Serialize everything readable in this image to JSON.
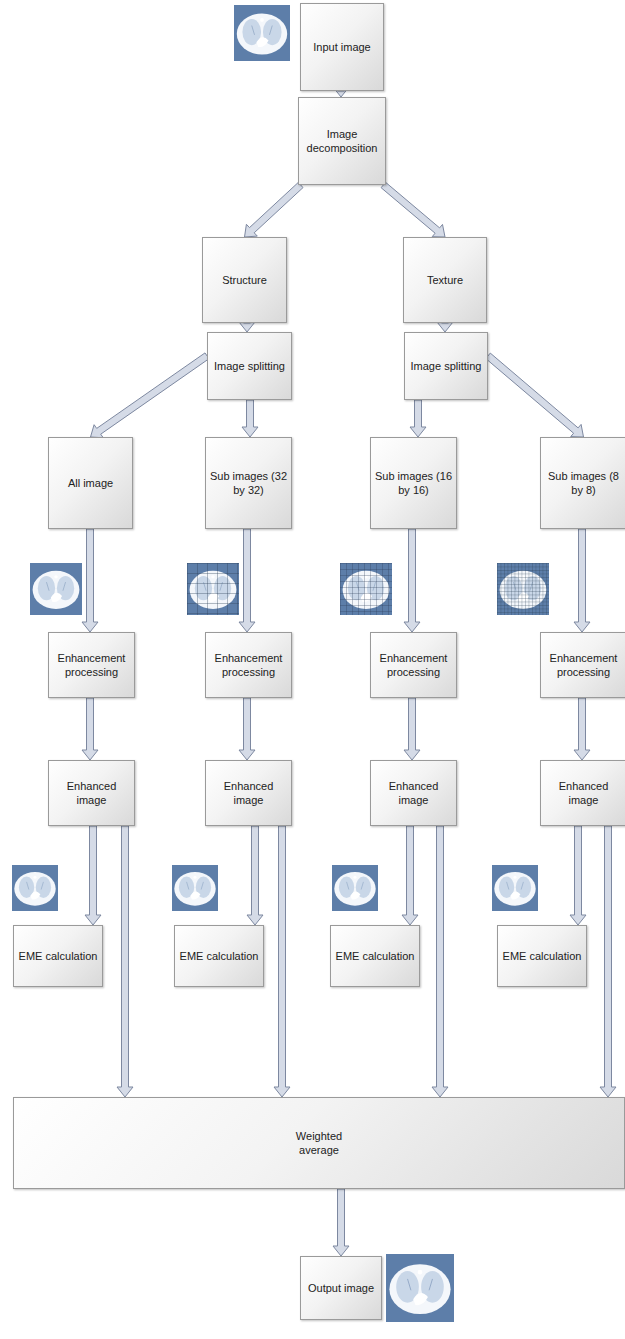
{
  "diagram": {
    "nodes": [
      {
        "text": [
          "Input image"
        ]
      },
      {
        "text": [
          "Image decomposition"
        ]
      },
      {
        "text": [
          "Structure"
        ]
      },
      {
        "text": [
          "Texture"
        ]
      },
      {
        "text": [
          "Image splitting"
        ]
      },
      {
        "text": [
          "Image splitting"
        ]
      },
      {
        "text": [
          "All image"
        ]
      },
      {
        "text": [
          "Sub images (32 by 32)"
        ]
      },
      {
        "text": [
          "Sub images (16 by 16)"
        ]
      },
      {
        "text": [
          "Sub images (8 by 8)"
        ]
      },
      {
        "text": [
          "Enhancement processing"
        ]
      },
      {
        "text": [
          "Enhancement processing"
        ]
      },
      {
        "text": [
          "Enhancement processing"
        ]
      },
      {
        "text": [
          "Enhancement processing"
        ]
      },
      {
        "text": [
          "Enhanced image"
        ]
      },
      {
        "text": [
          "Enhanced image"
        ]
      },
      {
        "text": [
          "Enhanced image"
        ]
      },
      {
        "text": [
          "Enhanced image"
        ]
      },
      {
        "text": [
          "EME calculation"
        ]
      },
      {
        "text": [
          "EME calculation"
        ]
      },
      {
        "text": [
          "EME calculation"
        ]
      },
      {
        "text": [
          "EME calculation"
        ]
      },
      {
        "text": [
          "Weighted average"
        ]
      },
      {
        "text": [
          "Output image"
        ]
      }
    ],
    "edges": [
      {
        "from": 0,
        "to": 1,
        "arrow": "to"
      },
      {
        "from": 1,
        "to": 2,
        "arrow": "to"
      },
      {
        "from": 1,
        "to": 3,
        "arrow": "to"
      },
      {
        "from": 2,
        "to": 4,
        "arrow": "to"
      },
      {
        "from": 3,
        "to": 5,
        "arrow": "to"
      },
      {
        "from": 4,
        "to": 6,
        "arrow": "to"
      },
      {
        "from": 4,
        "to": 7,
        "arrow": "to"
      },
      {
        "from": 5,
        "to": 8,
        "arrow": "to"
      },
      {
        "from": 5,
        "to": 9,
        "arrow": "to"
      },
      {
        "from": 6,
        "to": 10,
        "arrow": "to"
      },
      {
        "from": 7,
        "to": 11,
        "arrow": "to"
      },
      {
        "from": 8,
        "to": 12,
        "arrow": "to"
      },
      {
        "from": 9,
        "to": 13,
        "arrow": "to"
      },
      {
        "from": 10,
        "to": 14,
        "arrow": "to"
      },
      {
        "from": 11,
        "to": 15,
        "arrow": "to"
      },
      {
        "from": 12,
        "to": 16,
        "arrow": "to"
      },
      {
        "from": 13,
        "to": 17,
        "arrow": "to"
      },
      {
        "from": 14,
        "to": 18,
        "arrow": "to"
      },
      {
        "from": 15,
        "to": 19,
        "arrow": "to"
      },
      {
        "from": 16,
        "to": 20,
        "arrow": "to"
      },
      {
        "from": 17,
        "to": 21,
        "arrow": "to"
      },
      {
        "from": 14,
        "to": 22,
        "arrow": "to"
      },
      {
        "from": 15,
        "to": 22,
        "arrow": "to"
      },
      {
        "from": 16,
        "to": 22,
        "arrow": "to"
      },
      {
        "from": 17,
        "to": 22,
        "arrow": "to"
      },
      {
        "from": 22,
        "to": 23,
        "arrow": "to"
      }
    ]
  }
}
